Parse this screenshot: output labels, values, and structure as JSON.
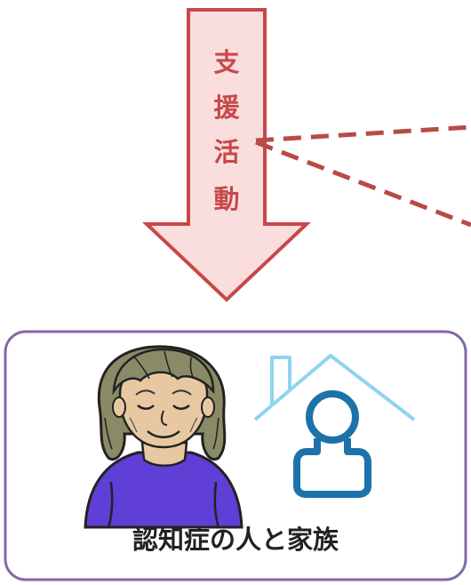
{
  "arrow": {
    "label_chars": [
      "支",
      "援",
      "活",
      "動"
    ],
    "fill_color": "#f9dedd",
    "stroke_color": "#c8484a",
    "text_color": "#c8484a"
  },
  "connector": {
    "style": "dashed",
    "color": "#b84a45"
  },
  "target_box": {
    "caption": "認知症の人と家族",
    "border_color": "#8667a8",
    "text_color": "#222222",
    "icons": [
      "elderly-woman-icon",
      "house-person-icon"
    ]
  },
  "colors": {
    "sweater": "#5f3fd6",
    "hair": "#8a8a66",
    "skin": "#e8c8a3",
    "house_roof": "#8fd3ef",
    "house_person": "#1d72aa"
  }
}
